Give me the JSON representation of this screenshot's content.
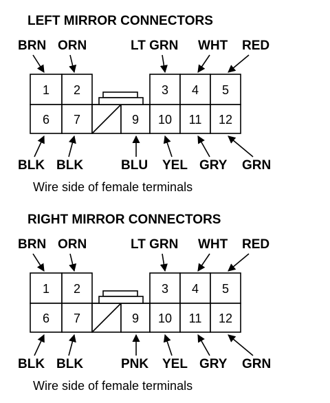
{
  "connectors": [
    {
      "title": "LEFT MIRROR CONNECTORS",
      "caption": "Wire side of female terminals",
      "top_wires": [
        "BRN",
        "ORN",
        "LT GRN",
        "WHT",
        "RED"
      ],
      "bottom_wires": [
        "BLK",
        "BLK",
        "BLU",
        "YEL",
        "GRY",
        "GRN"
      ],
      "pins_top": [
        "1",
        "2",
        "3",
        "4",
        "5"
      ],
      "pins_bottom": [
        "6",
        "7",
        "9",
        "10",
        "11",
        "12"
      ]
    },
    {
      "title": "RIGHT MIRROR CONNECTORS",
      "caption": "Wire side of female terminals",
      "top_wires": [
        "BRN",
        "ORN",
        "LT GRN",
        "WHT",
        "RED"
      ],
      "bottom_wires": [
        "BLK",
        "BLK",
        "PNK",
        "YEL",
        "GRY",
        "GRN"
      ],
      "pins_top": [
        "1",
        "2",
        "3",
        "4",
        "5"
      ],
      "pins_bottom": [
        "6",
        "7",
        "9",
        "10",
        "11",
        "12"
      ]
    }
  ]
}
